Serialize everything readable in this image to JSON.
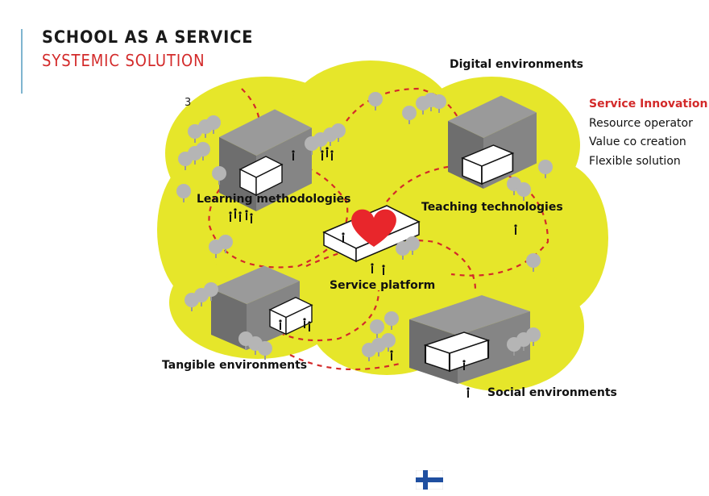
{
  "header": {
    "title": "SCHOOL AS A SERVICE",
    "subtitle": "SYSTEMIC SOLUTION"
  },
  "page_number": "3",
  "diagram": {
    "labels": {
      "digital": "Digital environments",
      "learning": "Learning methodologies",
      "teaching": "Teaching technologies",
      "service_platform": "Service platform",
      "tangible": "Tangible environments",
      "social": "Social environments"
    }
  },
  "side_list": {
    "items": [
      "Service Innovation",
      "Resource operator",
      "Value co creation",
      "Flexible solution"
    ]
  },
  "colors": {
    "accent_red": "#d32a2a",
    "cloud_yellow": "#e6e62a",
    "building_gray": "#7f7f7f",
    "tree_gray": "#b5b5b5",
    "heart_red": "#e8262b",
    "accent_bar": "#7fb5cf"
  },
  "icons": {
    "heart": "heart-icon",
    "flag": "finland-flag-icon"
  }
}
